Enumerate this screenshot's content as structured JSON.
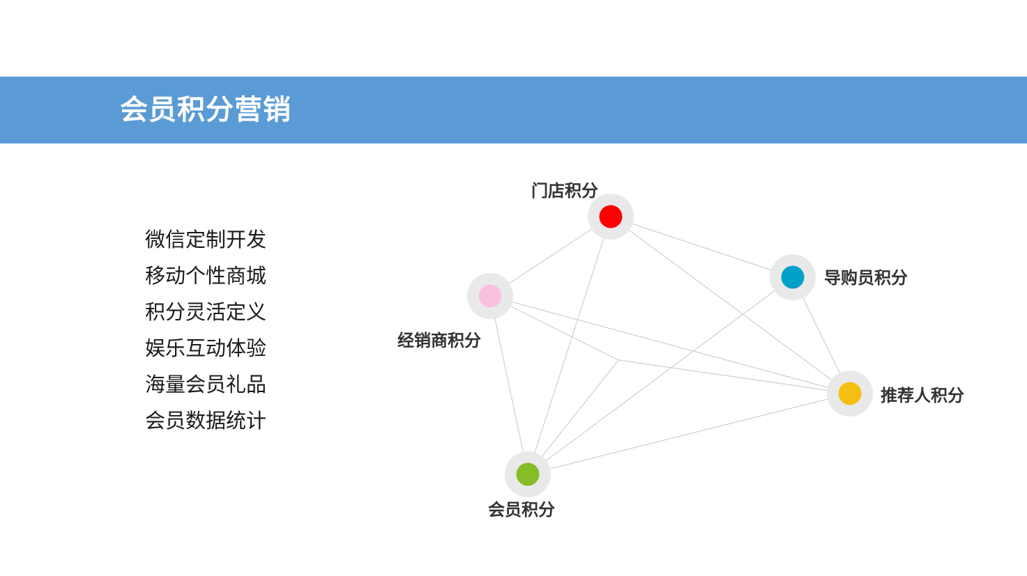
{
  "header": {
    "title": "会员积分营销",
    "background_color": "#5b9bd5"
  },
  "features": [
    "微信定制开发",
    "移动个性商城",
    "积分灵活定义",
    "娱乐互动体验",
    "海量会员礼品",
    "会员数据统计"
  ],
  "network": {
    "nodes": [
      {
        "id": "store",
        "label": "门店积分",
        "color": "#ff0000"
      },
      {
        "id": "guide",
        "label": "导购员积分",
        "color": "#00a0c8"
      },
      {
        "id": "dealer",
        "label": "经销商积分",
        "color": "#f9c0dc"
      },
      {
        "id": "referral",
        "label": "推荐人积分",
        "color": "#f5bf12"
      },
      {
        "id": "member",
        "label": "会员积分",
        "color": "#86bc25"
      }
    ],
    "edges": [
      [
        "store",
        "dealer"
      ],
      [
        "store",
        "guide"
      ],
      [
        "store",
        "member"
      ],
      [
        "store",
        "referral"
      ],
      [
        "guide",
        "referral"
      ],
      [
        "guide",
        "member"
      ],
      [
        "dealer",
        "referral"
      ],
      [
        "dealer",
        "member"
      ],
      [
        "dealer",
        "hub"
      ],
      [
        "hub",
        "referral"
      ],
      [
        "hub",
        "member"
      ],
      [
        "member",
        "referral"
      ]
    ]
  }
}
